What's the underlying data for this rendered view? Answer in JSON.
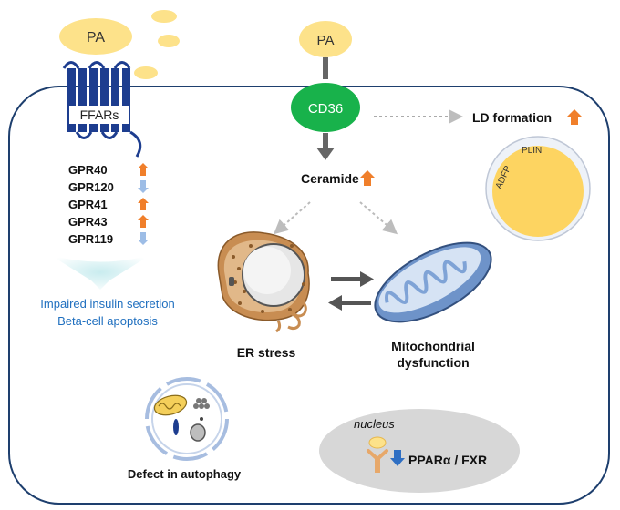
{
  "ffar": {
    "ligand": "PA",
    "receptor": "FFARs",
    "receptors": [
      {
        "name": "GPR40",
        "direction": "up"
      },
      {
        "name": "GPR120",
        "direction": "down"
      },
      {
        "name": "GPR41",
        "direction": "up"
      },
      {
        "name": "GPR43",
        "direction": "up"
      },
      {
        "name": "GPR119",
        "direction": "down"
      }
    ],
    "outcome_1": "Impaired insulin secretion",
    "outcome_2": "Beta-cell apoptosis"
  },
  "cd36": {
    "ligand": "PA",
    "transporter": "CD36",
    "ld_formation": "LD formation",
    "plin": "PLIN",
    "adfp": "ADFP",
    "ceramide": "Ceramide"
  },
  "organelles": {
    "er_stress": "ER stress",
    "mito_line1": "Mitochondrial",
    "mito_line2": "dysfunction",
    "autophagy": "Defect in autophagy"
  },
  "nucleus": {
    "title": "nucleus",
    "receptor": "PPARα / FXR",
    "direction": "down"
  },
  "colors": {
    "ligand": "#fde28a",
    "cd36": "#18b24b",
    "up_arrow": "#f07f2b",
    "down_arrow": "#9dbde6",
    "cell_border": "#1e3f6e",
    "text_blue": "#1f6fbf",
    "ffar_blue": "#1d3d8f",
    "nucleus": "#d7d7d7",
    "mito": "#7fa3d6"
  }
}
